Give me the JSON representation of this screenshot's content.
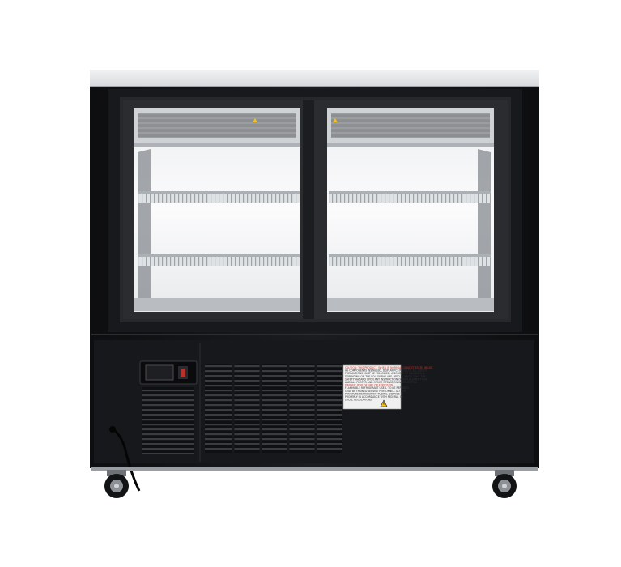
{
  "product": {
    "kind": "refrigerated display case",
    "colors": {
      "body": "#141518",
      "top": "#e7e8ea",
      "glass": "#f4f5f6",
      "shelf": "#c3c6c9",
      "label": "#f0f0f0",
      "caution": "#c8322b",
      "hazard": "#f2c21a"
    }
  },
  "warning_label": {
    "lines": [
      "CAUTION: THIS PRODUCT, WHEN IN NORMAL CONNECT STATE, IN USE",
      "AS COMPONENTS INSTALLED, DISPLAY PCS PRODUCT ALL SAFETY",
      "PRECAUTIONS MUST BE FOLLOWED. A SOURCE OF HAZARDS, A",
      "DEPENDING ON THE FOLLOWING ARE USED IN AREAS ONLY. THE",
      "SAFETY HAZARD UPON ANY INSTRUCTION OF REPLACEMENT FOR",
      "AND ALL PROPER AND OTHER OPERATION INSTRUCTIONS",
      "",
      "DANGER: RISK OF FIRE OR EXPLOSION",
      "FLAMMABLE REFRIGERANT USED. TO BE REPAIRED",
      "ONLY BY TRAINED SERVICE PERSONNEL. DO NOT",
      "PUNCTURE REFRIGERANT TUBING. DISPOSE OF",
      "PROPERLY IN ACCORDANCE WITH FEDERAL OR",
      "LOCAL REGULATIONS."
    ]
  },
  "icons": {
    "hazard": "warning-triangle-icon",
    "power": "power-switch-icon",
    "caster": "caster-wheel-icon"
  }
}
